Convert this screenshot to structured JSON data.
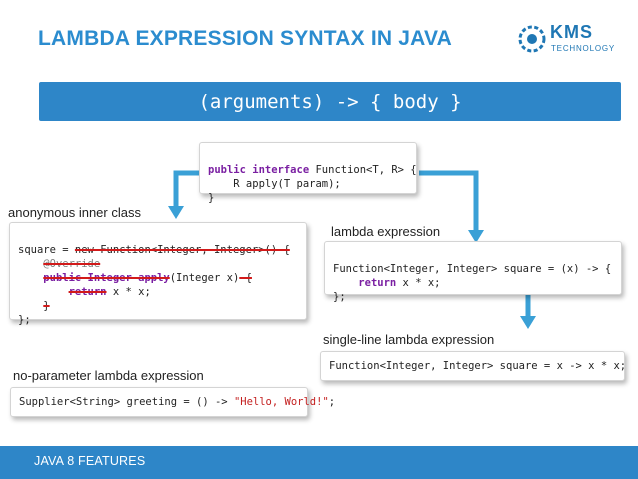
{
  "title": "LAMBDA EXPRESSION SYNTAX IN JAVA",
  "logo": {
    "brand": "KMS",
    "subtitle": "TECHNOLOGY"
  },
  "banner": "(arguments) -> { body }",
  "colors": {
    "accent": "#2e86c8",
    "title": "#2b8ccf",
    "strike": "#d21a1a"
  },
  "interface_box": {
    "line1_kw": "public interface",
    "line1_rest": " Function<T, R> {",
    "line2": "    R apply(T param);",
    "line3": "}"
  },
  "labels": {
    "anonymous": "anonymous inner class",
    "lambda": "lambda expression",
    "single_line": "single-line lambda expression",
    "no_param": "no-parameter lambda expression"
  },
  "anon_box": {
    "l1_a": "square = ",
    "l1_b": "new Function<Integer, Integer>() {",
    "l2": "@Override",
    "l3_a": "public Integer apply",
    "l3_b": "(Integer x)",
    "l3_c": " {",
    "l4_a": "return",
    "l4_b": " x * x;",
    "l5": "}",
    "l6": "};"
  },
  "lambda_box": {
    "l1": "Function<Integer, Integer> square = (x) -> {",
    "l2_kw": "return",
    "l2_rest": " x * x;",
    "l3": "};"
  },
  "single_box": "Function<Integer, Integer> square = x -> x * x;",
  "noparam_box": {
    "a": "Supplier<String> greeting = () -> ",
    "str": "\"Hello, World!\"",
    "end": ";"
  },
  "footer": "JAVA 8 FEATURES"
}
